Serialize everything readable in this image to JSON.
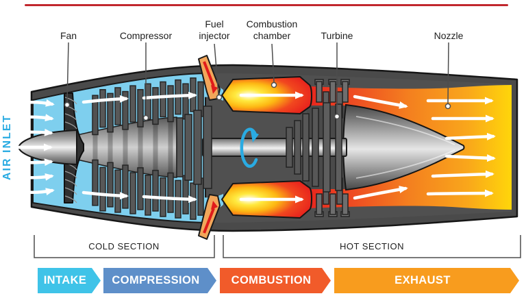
{
  "topline": {
    "color": "#c1272d"
  },
  "air_inlet": {
    "label": "AIR INLET",
    "color": "#29abe2"
  },
  "callouts": [
    {
      "label": "Fan"
    },
    {
      "label": "Compressor"
    },
    {
      "label": "Fuel injector"
    },
    {
      "label": "Combustion chamber"
    },
    {
      "label": "Turbine"
    },
    {
      "label": "Nozzle"
    }
  ],
  "sections": [
    {
      "label": "COLD SECTION"
    },
    {
      "label": "HOT SECTION"
    }
  ],
  "stages": [
    {
      "label": "INTAKE",
      "color": "#3fc3e8"
    },
    {
      "label": "COMPRESSION",
      "color": "#5e8fc9"
    },
    {
      "label": "COMBUSTION",
      "color": "#f15b2a"
    },
    {
      "label": "EXHAUST",
      "color": "#f89c1e"
    }
  ],
  "engine_palette": {
    "casing": "#4a4a4a",
    "intake_duct": "#7ecfee",
    "flame_core": "#ffffff",
    "flame_red": "#e8251d",
    "exhaust_yellow": "#ffd60a",
    "fuel_tube": "#f2a65a",
    "rotation_arrow": "#2aabe2"
  }
}
